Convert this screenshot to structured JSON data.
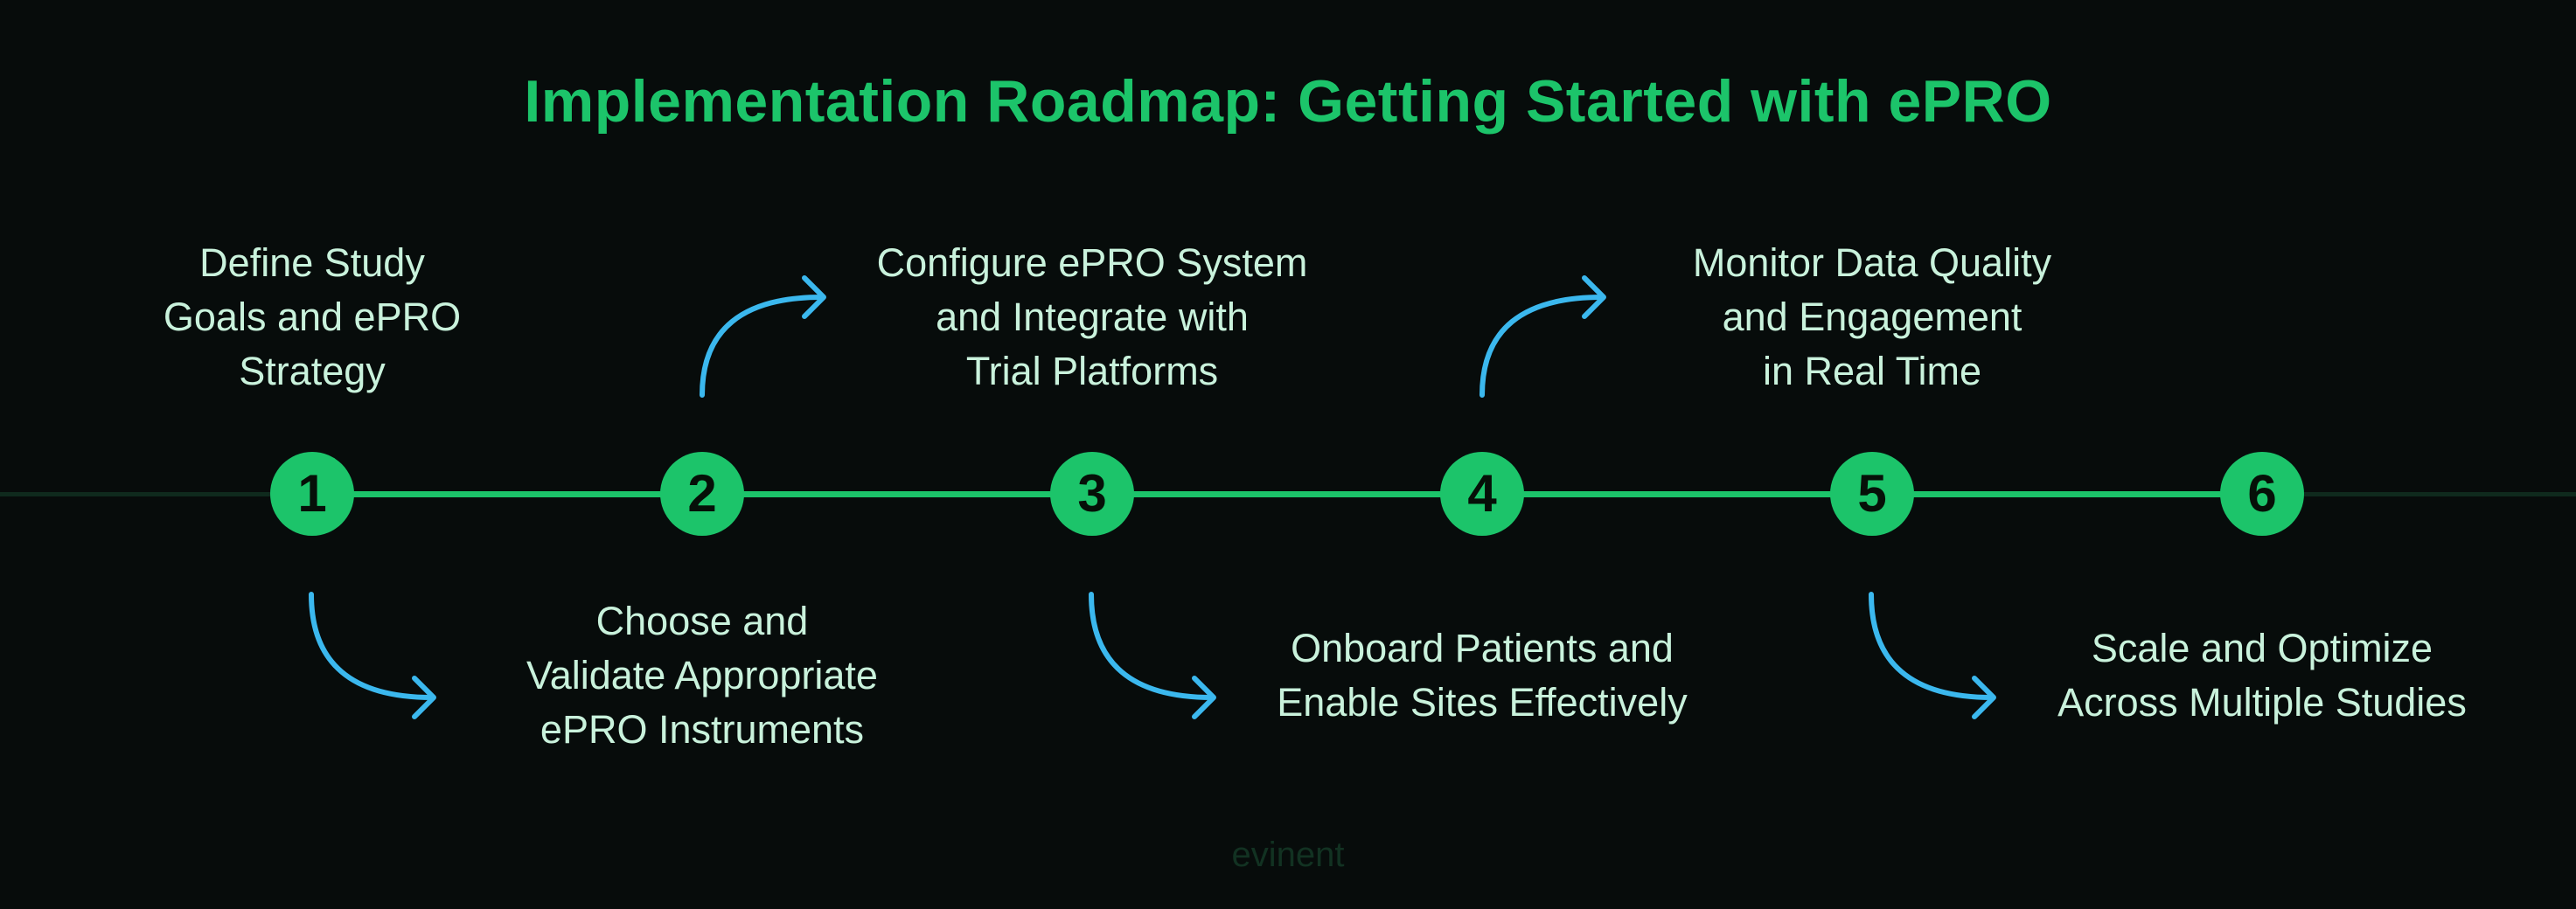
{
  "title": "Implementation Roadmap: Getting Started with ePRO",
  "colors": {
    "accent": "#1cc46a",
    "label": "#c9f2dc",
    "arrow": "#3bb8ee",
    "background": "#070c0b"
  },
  "steps": [
    {
      "number": "1",
      "label": "Define Study\nGoals and ePRO\nStrategy"
    },
    {
      "number": "2",
      "label": "Choose and\nValidate Appropriate\nePRO Instruments"
    },
    {
      "number": "3",
      "label": "Configure ePRO System\nand Integrate with\nTrial Platforms"
    },
    {
      "number": "4",
      "label": "Onboard Patients and\nEnable Sites Effectively"
    },
    {
      "number": "5",
      "label": "Monitor Data Quality\nand Engagement\nin Real Time"
    },
    {
      "number": "6",
      "label": "Scale and Optimize\nAcross Multiple Studies"
    }
  ],
  "footer": "evinent"
}
